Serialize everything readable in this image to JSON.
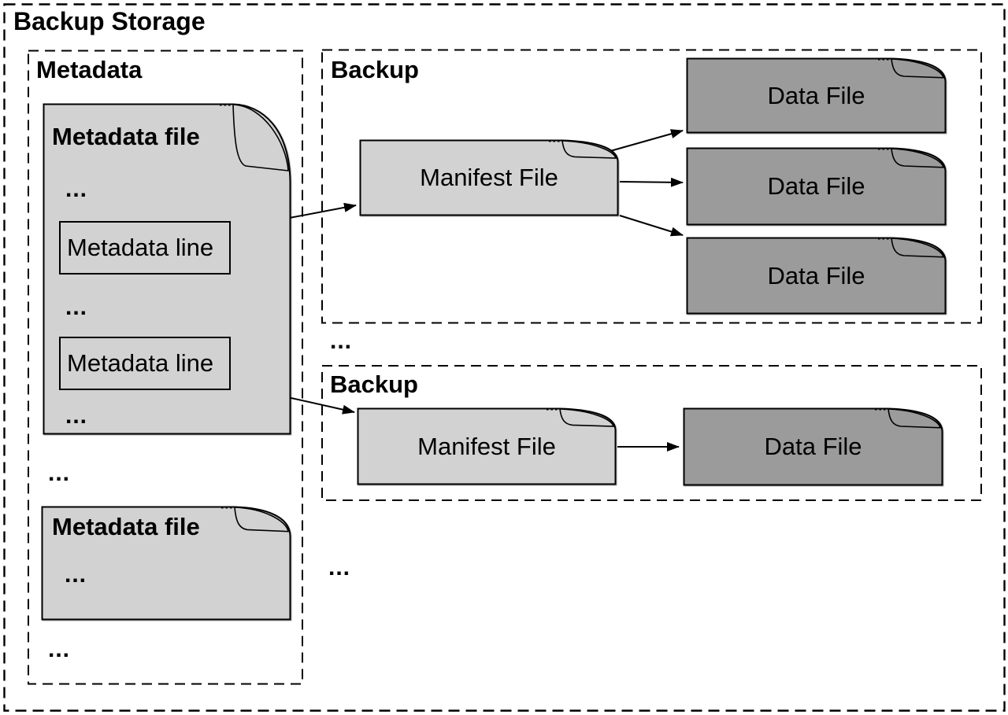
{
  "title": "Backup Storage",
  "colors": {
    "doc_light": "#d2d2d2",
    "doc_dark": "#9b9b9b",
    "stroke": "#000000",
    "background": "#ffffff"
  },
  "metadata_section": {
    "label": "Metadata",
    "file1": {
      "title": "Metadata file",
      "ellipsis1": "...",
      "line1": "Metadata line",
      "ellipsis2": "...",
      "line2": "Metadata line",
      "ellipsis3": "..."
    },
    "ellipsis_after_file1": "...",
    "file2": {
      "title": "Metadata file",
      "ellipsis": "..."
    },
    "ellipsis_after_file2": "..."
  },
  "backup1": {
    "label": "Backup",
    "manifest": "Manifest File",
    "data_files": [
      "Data File",
      "Data File",
      "Data File"
    ]
  },
  "ellipsis_between_backups": "...",
  "backup2": {
    "label": "Backup",
    "manifest": "Manifest File",
    "data_files": [
      "Data File"
    ]
  },
  "ellipsis_bottom": "..."
}
